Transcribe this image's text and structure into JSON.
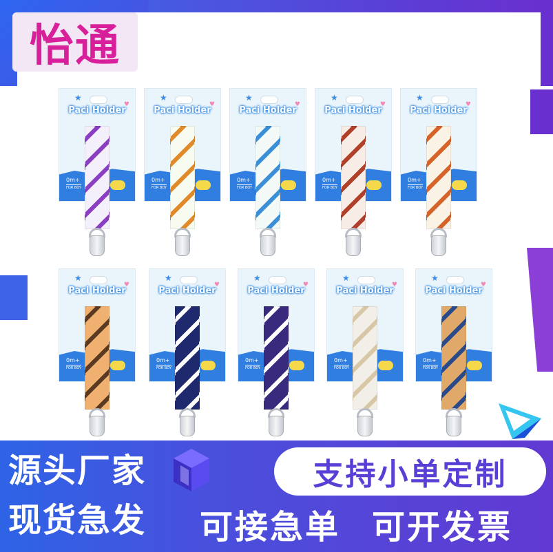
{
  "header": {
    "brand": "怡通"
  },
  "cards": {
    "label": "Paci Holder",
    "age": "0m+",
    "boy": "FOR BOY",
    "row1": [
      {
        "strap": "#f4f0fb",
        "accent": "#8a3fc2"
      },
      {
        "strap": "#f7fbf0",
        "accent": "#e08a2a"
      },
      {
        "strap": "#f3f9f6",
        "accent": "#3a8fd6"
      },
      {
        "strap": "#f8ece6",
        "accent": "#b0402a"
      },
      {
        "strap": "#fbf2e6",
        "accent": "#d5632a"
      }
    ],
    "row2": [
      {
        "strap": "#f0b070",
        "accent": "#5a3a20"
      },
      {
        "strap": "#1f2a6e",
        "accent": "#ffffff"
      },
      {
        "strap": "#3a2a7e",
        "accent": "#ffffff"
      },
      {
        "strap": "#f2efe9",
        "accent": "#d7c7a6"
      },
      {
        "strap": "#e0a96a",
        "accent": "#2a4a8a"
      }
    ]
  },
  "bottom": {
    "left_line1": "源头厂家",
    "left_line2": "现货急发",
    "support": "支持小单定制",
    "right1": "可接急单",
    "right2": "可开发票"
  },
  "colors": {
    "brand_pink": "#d9209b",
    "brand_blue": "#2e63e6",
    "brand_purple": "#6139d2"
  }
}
